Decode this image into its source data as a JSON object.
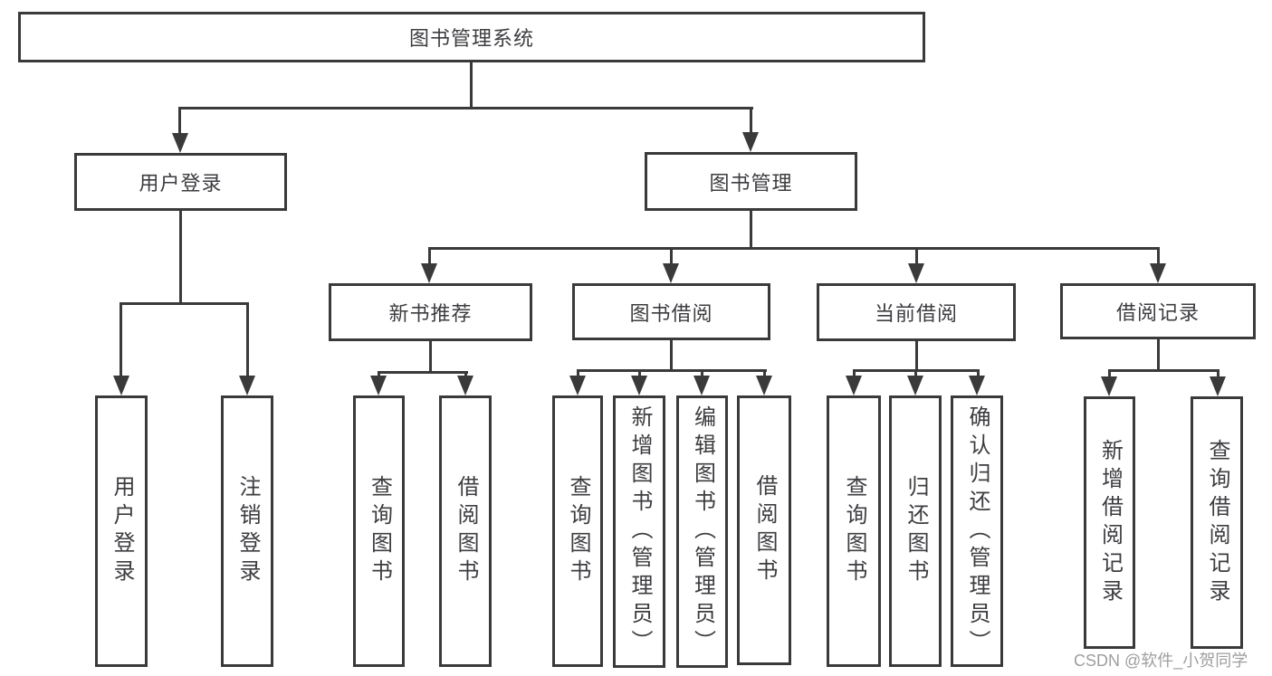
{
  "tree": {
    "label": "图书管理系统",
    "children": [
      {
        "label": "用户登录",
        "children": [
          {
            "label": "用户登录"
          },
          {
            "label": "注销登录"
          }
        ]
      },
      {
        "label": "图书管理",
        "children": [
          {
            "label": "新书推荐",
            "children": [
              {
                "label": "查询图书"
              },
              {
                "label": "借阅图书"
              }
            ]
          },
          {
            "label": "图书借阅",
            "children": [
              {
                "label": "查询图书"
              },
              {
                "label": "新增图书（管理员）"
              },
              {
                "label": "编辑图书（管理员）"
              },
              {
                "label": "借阅图书"
              }
            ]
          },
          {
            "label": "当前借阅",
            "children": [
              {
                "label": "查询图书"
              },
              {
                "label": "归还图书"
              },
              {
                "label": "确认归还（管理员）"
              }
            ]
          },
          {
            "label": "借阅记录",
            "children": [
              {
                "label": "新增借阅记录"
              },
              {
                "label": "查询借阅记录"
              }
            ]
          }
        ]
      }
    ]
  },
  "watermark": {
    "text": "CSDN @软件_小贺同学"
  },
  "colors": {
    "line": "#3a3a3a",
    "text": "#3d3d41",
    "watermark": "#9e9e9e",
    "background": "#ffffff"
  }
}
